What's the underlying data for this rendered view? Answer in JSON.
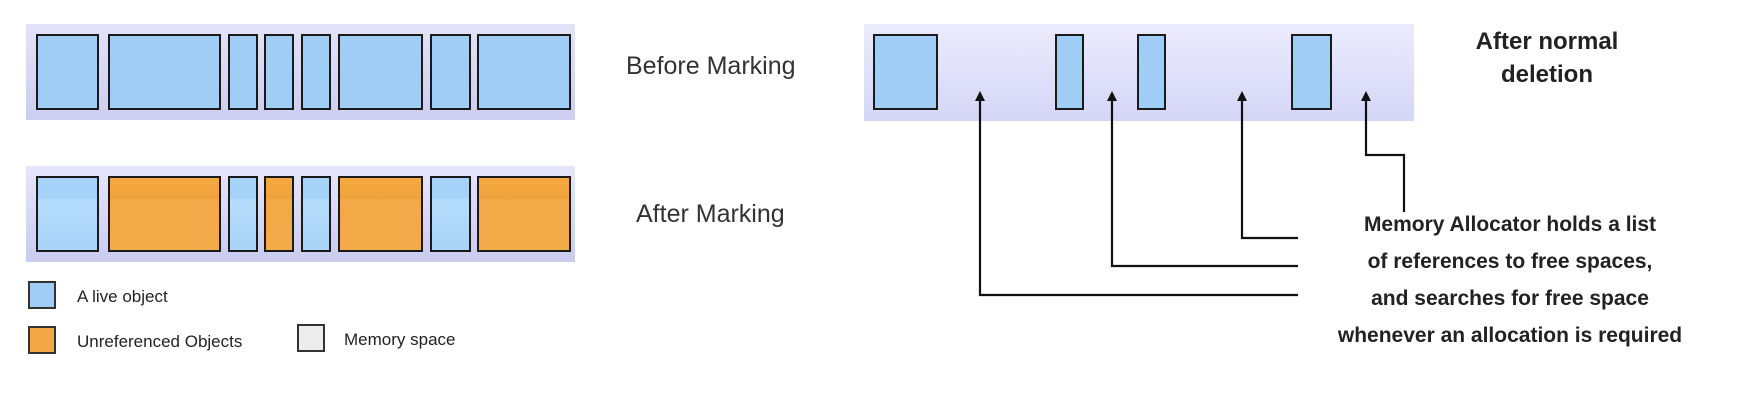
{
  "diagram": {
    "before_marking": {
      "label": "Before Marking",
      "blocks": [
        "live",
        "live",
        "live",
        "live",
        "live",
        "live",
        "live",
        "live"
      ]
    },
    "after_marking": {
      "label": "After Marking",
      "blocks": [
        "live",
        "unreferenced",
        "live",
        "unreferenced",
        "live",
        "unreferenced",
        "live",
        "unreferenced"
      ]
    },
    "after_deletion": {
      "label": "After normal deletion",
      "label_line1": "After normal",
      "label_line2": "deletion",
      "blocks": [
        "live",
        "live",
        "live",
        "live"
      ]
    },
    "allocator_note": {
      "lines": [
        "Memory Allocator holds a list",
        "of references to free spaces,",
        "and searches for free space",
        "whenever an allocation is required"
      ]
    },
    "legend": {
      "live": "A live object",
      "unreferenced": "Unreferenced Objects",
      "memory": "Memory space"
    },
    "colors": {
      "live": "#9fcdf5",
      "unreferenced": "#f3a844",
      "memory_strip": "#d5d6f7",
      "memory_space": "#ececec",
      "outline": "#1a1a1a"
    }
  }
}
